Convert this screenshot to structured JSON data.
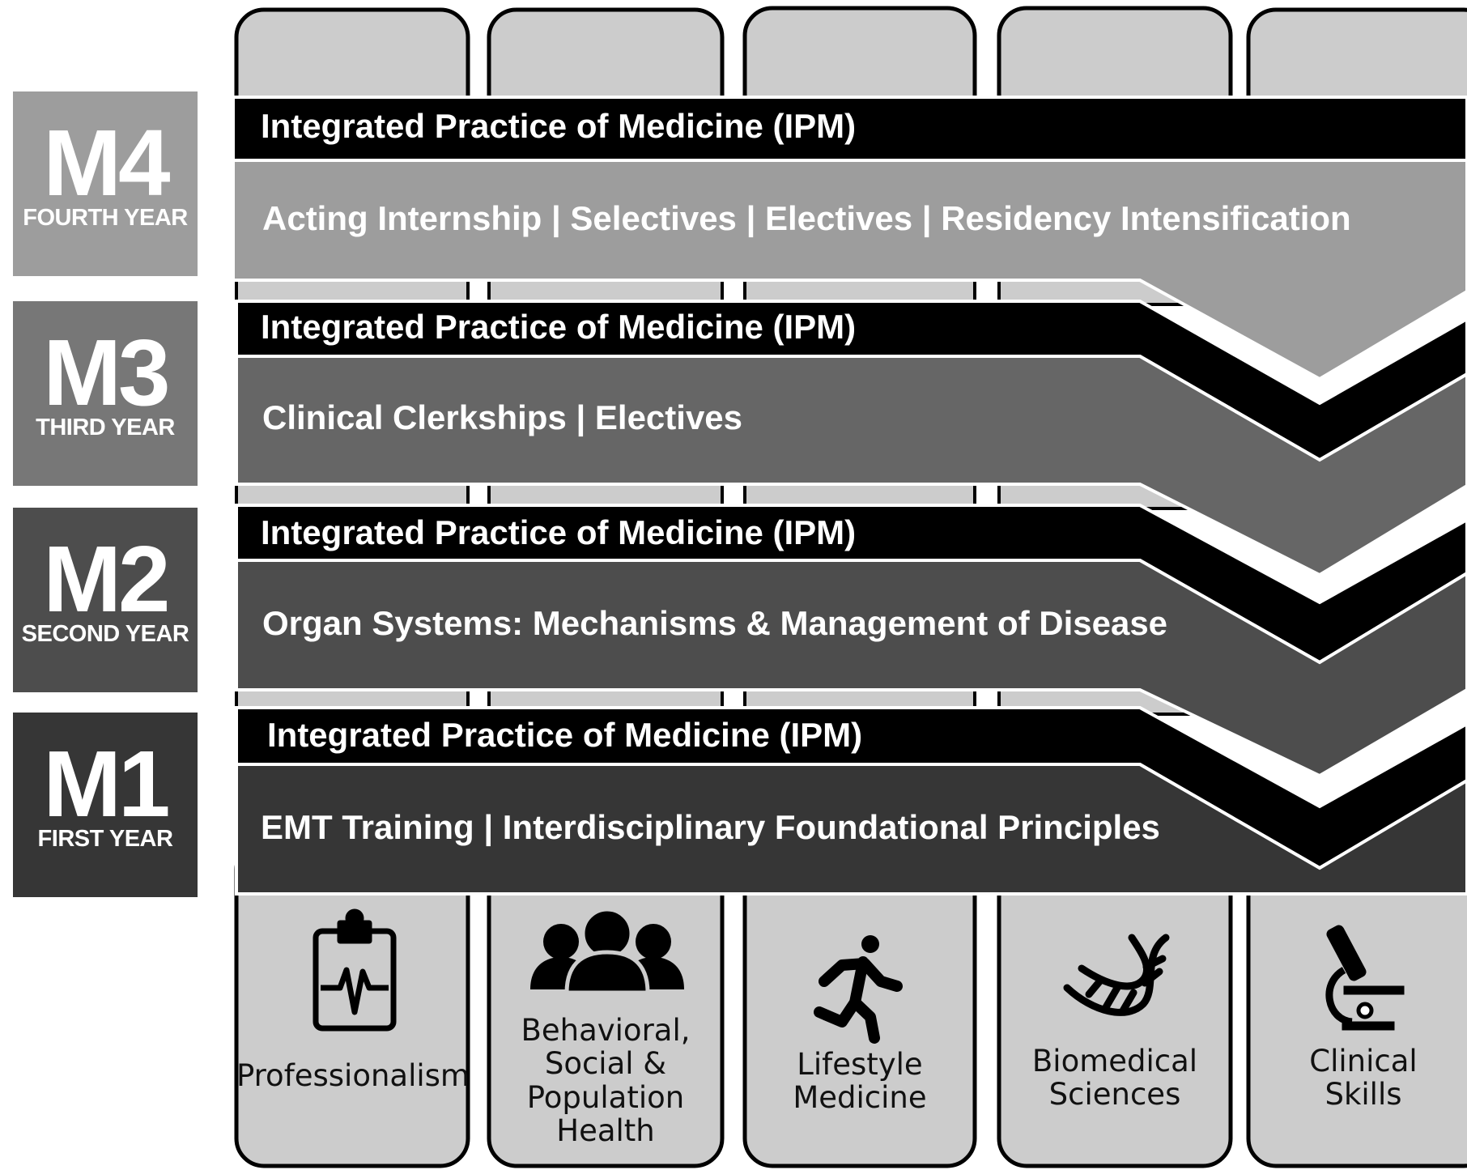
{
  "years": [
    {
      "code": "M4",
      "label": "FOURTH YEAR",
      "color": "#9d9d9d"
    },
    {
      "code": "M3",
      "label": "THIRD YEAR",
      "color": "#777777"
    },
    {
      "code": "M2",
      "label": "SECOND YEAR",
      "color": "#4d4d4d"
    },
    {
      "code": "M1",
      "label": "FIRST YEAR",
      "color": "#363636"
    }
  ],
  "bands": [
    {
      "ipm": "Integrated Practice of Medicine (IPM)",
      "content": "Acting Internship  |  Selectives  |  Electives  |   Residency Intensification",
      "color": "#9d9d9d"
    },
    {
      "ipm": "Integrated Practice of Medicine (IPM)",
      "content": "Clinical Clerkships  |   Electives",
      "color": "#666666"
    },
    {
      "ipm": "Integrated Practice of Medicine (IPM)",
      "content": "Organ Systems: Mechanisms & Management of Disease",
      "color": "#4d4d4d"
    },
    {
      "ipm": "Integrated Practice of Medicine (IPM)",
      "content": "EMT Training   |   Interdisciplinary Foundational Principles",
      "color": "#363636"
    }
  ],
  "pillars": [
    {
      "label": "Professionalism",
      "icon": "clipboard-heartbeat-icon"
    },
    {
      "label": "Behavioral, Social & Population Health",
      "icon": "people-group-icon"
    },
    {
      "label": "Lifestyle Medicine",
      "icon": "running-person-icon"
    },
    {
      "label": "Biomedical Sciences",
      "icon": "dna-icon"
    },
    {
      "label": "Clinical Skills",
      "icon": "microscope-icon"
    }
  ],
  "pillar_lines": [
    [
      "Professionalism"
    ],
    [
      "Behavioral,",
      "Social &",
      "Population",
      "Health"
    ],
    [
      "Lifestyle",
      "Medicine"
    ],
    [
      "Biomedical",
      "Sciences"
    ],
    [
      "Clinical",
      "Skills"
    ]
  ],
  "colors": {
    "pillar_fill": "#cccccc",
    "ipm_bar": "#000000",
    "outline": "#000000"
  }
}
